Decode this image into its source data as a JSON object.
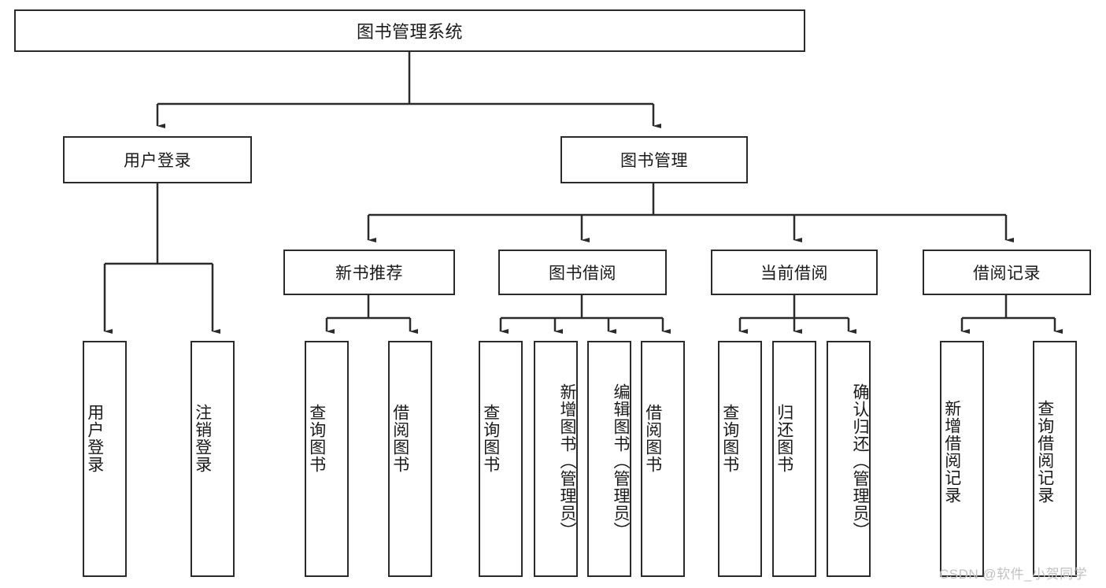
{
  "diagram": {
    "title": "图书管理系统",
    "type": "hierarchy-tree",
    "root": {
      "label": "图书管理系统"
    },
    "level2": [
      {
        "label": "用户登录"
      },
      {
        "label": "图书管理"
      }
    ],
    "level3": [
      {
        "label": "新书推荐"
      },
      {
        "label": "图书借阅"
      },
      {
        "label": "当前借阅"
      },
      {
        "label": "借阅记录"
      }
    ],
    "leaves": {
      "user_login": [
        {
          "label": "用户登录"
        },
        {
          "label": "注销登录"
        }
      ],
      "new_book_recommend": [
        {
          "label": "查询图书"
        },
        {
          "label": "借阅图书"
        }
      ],
      "book_borrow": [
        {
          "label": "查询图书"
        },
        {
          "label": "新增图书（管理员）"
        },
        {
          "label": "编辑图书（管理员）"
        },
        {
          "label": "借阅图书"
        }
      ],
      "current_borrow": [
        {
          "label": "查询图书"
        },
        {
          "label": "归还图书"
        },
        {
          "label": "确认归还（管理员）"
        }
      ],
      "borrow_record": [
        {
          "label": "新增借阅记录"
        },
        {
          "label": "查询借阅记录"
        }
      ]
    },
    "colors": {
      "stroke": "#2b2b2b",
      "fill": "#ffffff",
      "text": "#1a1a1a",
      "watermark": "#c2c2c2"
    }
  },
  "watermark": {
    "text": "CSDN @软件_小贺同学"
  }
}
